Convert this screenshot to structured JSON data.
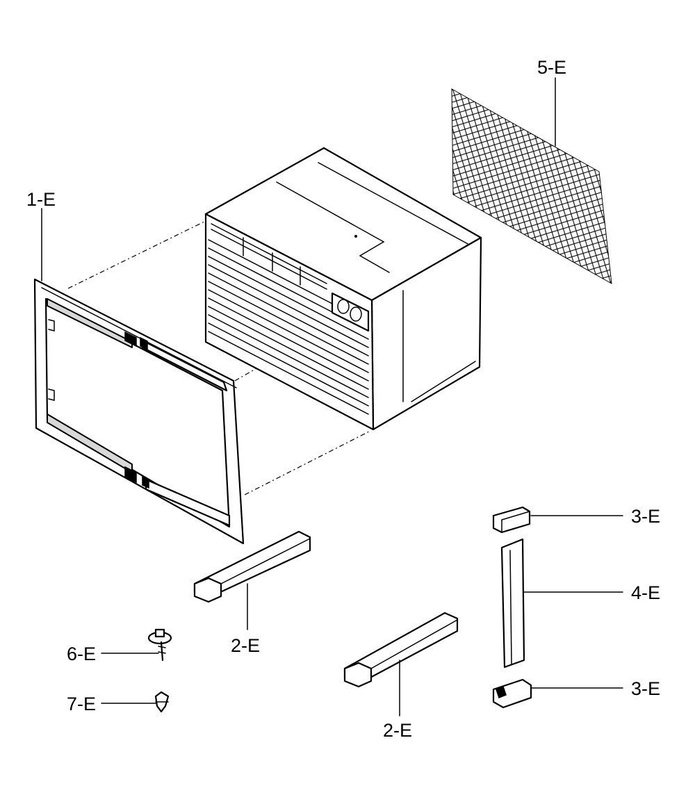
{
  "labels": {
    "frame": "1-E",
    "support_left": "2-E",
    "support_right": "2-E",
    "foam_top": "3-E",
    "foam_bottom": "3-E",
    "curtain": "4-E",
    "mesh": "5-E",
    "screw": "6-E",
    "clip": "7-E"
  }
}
